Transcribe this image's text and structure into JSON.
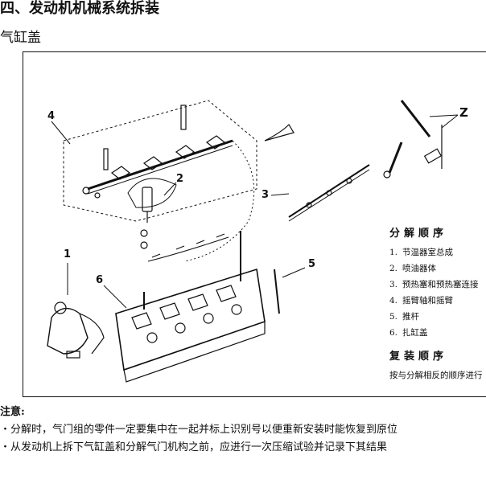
{
  "section_title": "四、发动机机械系统拆装",
  "sub_title": "气缸盖",
  "callouts": [
    "1",
    "2",
    "3",
    "4",
    "5",
    "6",
    "Z"
  ],
  "disassembly": {
    "title": "分解顺序",
    "steps": [
      {
        "num": "1.",
        "text": "节温器室总成"
      },
      {
        "num": "2.",
        "text": "喷油器体"
      },
      {
        "num": "3.",
        "text": "预热塞和预热塞连接"
      },
      {
        "num": "4.",
        "text": "摇臂轴和摇臂"
      },
      {
        "num": "5.",
        "text": "推杆"
      },
      {
        "num": "6.",
        "text": "扎缸盖"
      }
    ]
  },
  "assembly": {
    "title": "复装顺序",
    "text": "按与分解相反的顺序进行"
  },
  "notes": {
    "title": "注意:",
    "lines": [
      "・分解时，气门组的零件一定要集中在一起并标上识别号以便重新安装时能恢复到原位",
      "・从发动机上拆下气缸盖和分解气门机构之前，应进行一次压缩试验并记录下其结果"
    ]
  }
}
